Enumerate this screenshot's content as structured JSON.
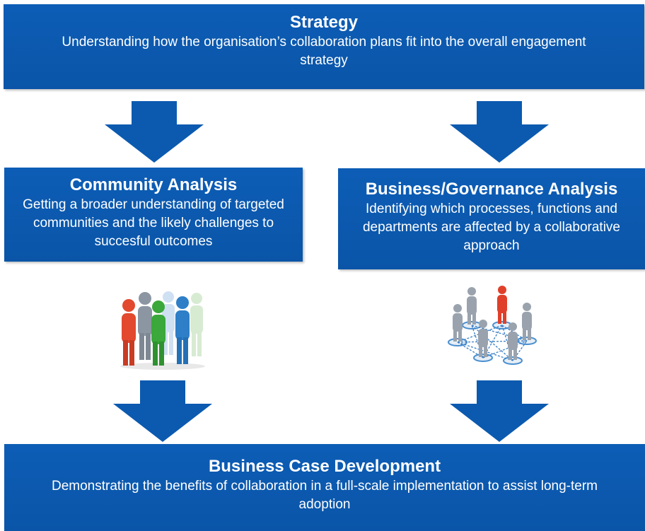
{
  "strategy": {
    "title": "Strategy",
    "description": "Understanding how the organisation’s collaboration plans fit into the overall engagement strategy"
  },
  "community_analysis": {
    "title": "Community Analysis",
    "description": "Getting a broader understanding of targeted communities and the likely challenges to succesful outcomes"
  },
  "business_governance_analysis": {
    "title": "Business/Governance Analysis",
    "description": "Identifying which processes, functions and departments are affected by a collaborative approach"
  },
  "business_case": {
    "title": "Business Case Development",
    "description": "Demonstrating the benefits of collaboration in a full-scale implementation to assist long-term adoption"
  },
  "colors": {
    "box_blue": "#0a58ad",
    "arrow_blue": "#0b5ab0",
    "text_white": "#ffffff"
  },
  "icons": {
    "community": "people-group-icon",
    "network": "people-network-icon"
  }
}
